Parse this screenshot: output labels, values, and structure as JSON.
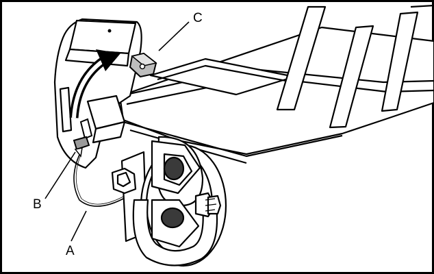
{
  "callouts": {
    "a": "A",
    "b": "B",
    "c": "C"
  },
  "colors": {
    "ink": "#000000",
    "paper": "#ffffff",
    "shade": "#c9c9c9",
    "arrow": "#000000"
  }
}
